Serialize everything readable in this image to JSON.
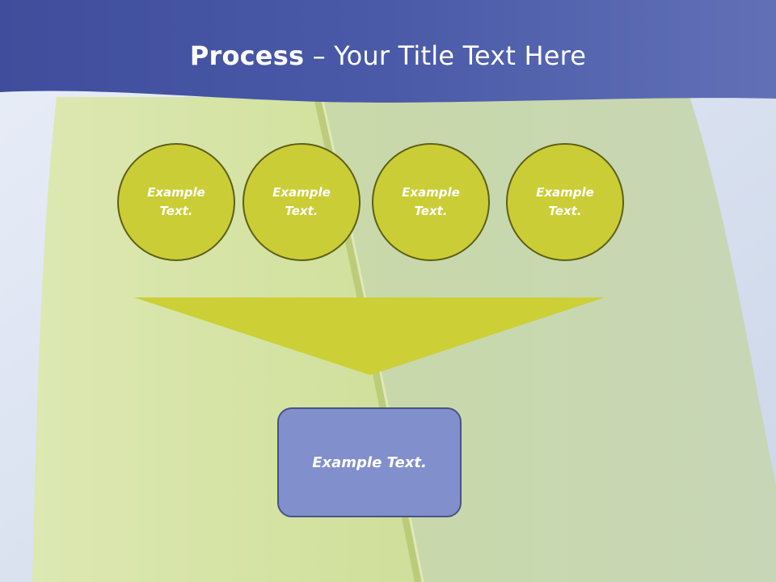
{
  "title": {
    "bold": "Process",
    "rest": " – Your Title Text Here"
  },
  "steps": [
    {
      "label": "Example Text."
    },
    {
      "label": "Example Text."
    },
    {
      "label": "Example Text."
    },
    {
      "label": "Example Text."
    }
  ],
  "result": {
    "label": "Example Text."
  },
  "colors": {
    "header": "#4a5aa8",
    "circle_fill": "#cbcd36",
    "circle_border": "#5e5f16",
    "funnel": "#cccf36",
    "box_fill": "#8190cc",
    "box_border": "#4a5382",
    "leaf": "#d4e2a2",
    "sky": "#dfe6f2"
  }
}
